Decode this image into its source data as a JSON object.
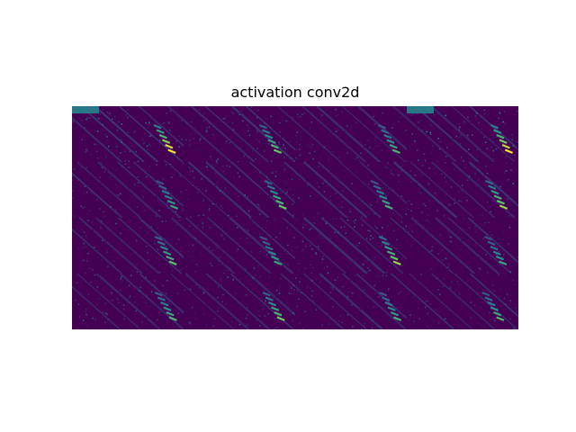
{
  "figure": {
    "title": "activation conv2d",
    "grid": {
      "rows": 4,
      "cols": 4,
      "tile_width": 124,
      "tile_height": 62
    },
    "colormap": "viridis",
    "colors": {
      "background": "#ffffff",
      "low": "#440154",
      "mid_low": "#3b528b",
      "mid": "#21918c",
      "mid_high": "#5ec962",
      "high": "#fde725"
    },
    "tile_brightness": [
      [
        1.25,
        0.9,
        0.8,
        1.2
      ],
      [
        0.7,
        0.9,
        0.75,
        1.0
      ],
      [
        0.85,
        0.7,
        1.0,
        0.7
      ],
      [
        0.8,
        0.9,
        0.75,
        0.8
      ]
    ]
  }
}
